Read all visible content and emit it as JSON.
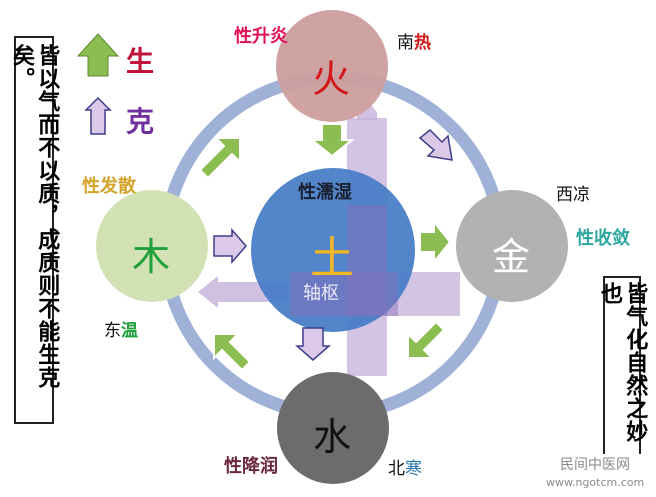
{
  "left_box": {
    "text": "皆以气而不以质，成质则不能生克矣。"
  },
  "right_box": {
    "text": "皆气化自然之妙也"
  },
  "legend": {
    "sheng": {
      "label": "生",
      "color": "#c0143c"
    },
    "ke": {
      "label": "克",
      "color": "#7030a0"
    }
  },
  "elements": {
    "fire": {
      "char": "火",
      "property": "性升炎",
      "dir": "南",
      "dir2": "热"
    },
    "earth": {
      "char": "土",
      "property": "性濡湿",
      "pivot": "轴枢"
    },
    "metal": {
      "char": "金",
      "property": "性收敛",
      "dir": "西凉"
    },
    "wood": {
      "char": "木",
      "property": "性发散",
      "dir": "东",
      "dir2": "温"
    },
    "water": {
      "char": "水",
      "property": "性降润",
      "dir": "北",
      "dir2": "寒"
    }
  },
  "watermark": {
    "name": "民间中医网",
    "url": "www.ngotcm.com"
  },
  "colors": {
    "ring": "#9fb1d6",
    "fire": "#cd9e9e",
    "earth": "#4a7ec7",
    "metal": "#b2b2b2",
    "wood": "#d3e2b4",
    "water": "#6c6c6c",
    "arrow_green": "#8cbd52",
    "arrow_purple_fill": "#dcc9e8",
    "cross": "#c4b0da"
  }
}
